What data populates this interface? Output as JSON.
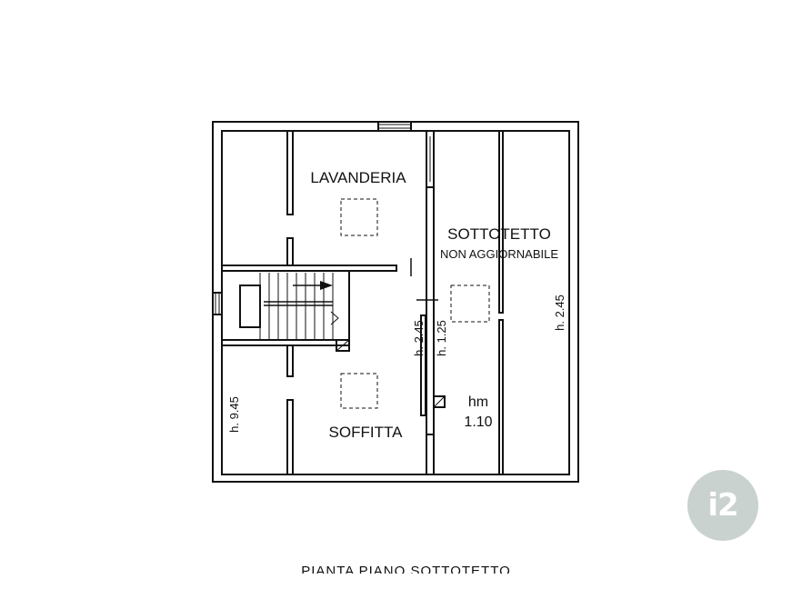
{
  "rooms": {
    "lavanderia": "LAVANDERIA",
    "sottotetto": "SOTTOTETTO",
    "non_aggiornabile": "NON AGGIORNABILE",
    "soffitta": "SOFFITTA"
  },
  "heights": {
    "h_945": "h. 9.45",
    "h_245_left": "h. 2.45",
    "h_125": "h. 1.25",
    "h_245_right": "h. 2.45",
    "hm_label": "hm",
    "hm_value": "1.10"
  },
  "caption": "PIANTA PIANO SOTTOTETTO",
  "logo_text": "i2"
}
